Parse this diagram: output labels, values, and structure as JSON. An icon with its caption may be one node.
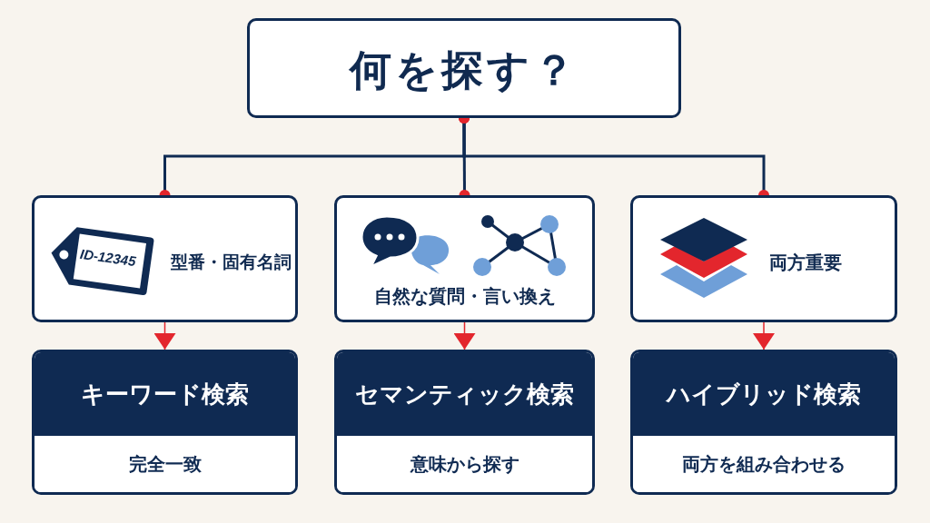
{
  "diagram": {
    "nodes": [
      {
        "text": [
          "何を探す？"
        ]
      },
      {
        "text": [
          "型番・固有名詞"
        ]
      },
      {
        "text": [
          "自然な質問・言い換え"
        ]
      },
      {
        "text": [
          "両方重要"
        ]
      },
      {
        "text": [
          "キーワード検索",
          "完全一致"
        ]
      },
      {
        "text": [
          "セマンティック検索",
          "意味から探す"
        ]
      },
      {
        "text": [
          "ハイブリッド検索",
          "両方を組み合わせる"
        ]
      }
    ],
    "edges": [
      {
        "from": 0,
        "to": 1,
        "arrow": "other"
      },
      {
        "from": 0,
        "to": 2,
        "arrow": "other"
      },
      {
        "from": 0,
        "to": 3,
        "arrow": "other"
      },
      {
        "from": 1,
        "to": 4,
        "arrow": "to",
        "color": "#e3262d"
      },
      {
        "from": 2,
        "to": 5,
        "arrow": "to",
        "color": "#e3262d"
      },
      {
        "from": 3,
        "to": 6,
        "arrow": "to",
        "color": "#e3262d"
      }
    ],
    "labels": [
      "ID-12345"
    ]
  }
}
